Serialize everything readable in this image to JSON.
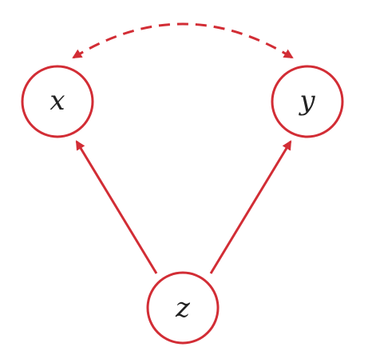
{
  "diagram": {
    "colors": {
      "accent": "#d22d35",
      "text": "#222222",
      "background": "#ffffff"
    },
    "nodes": [
      {
        "id": "x",
        "label": "x"
      },
      {
        "id": "y",
        "label": "y"
      },
      {
        "id": "z",
        "label": "z"
      }
    ],
    "edges": [
      {
        "from": "z",
        "to": "x",
        "style": "solid",
        "direction": "forward"
      },
      {
        "from": "z",
        "to": "y",
        "style": "solid",
        "direction": "forward"
      },
      {
        "from": "x",
        "to": "y",
        "style": "dashed",
        "direction": "bidirectional"
      }
    ]
  }
}
